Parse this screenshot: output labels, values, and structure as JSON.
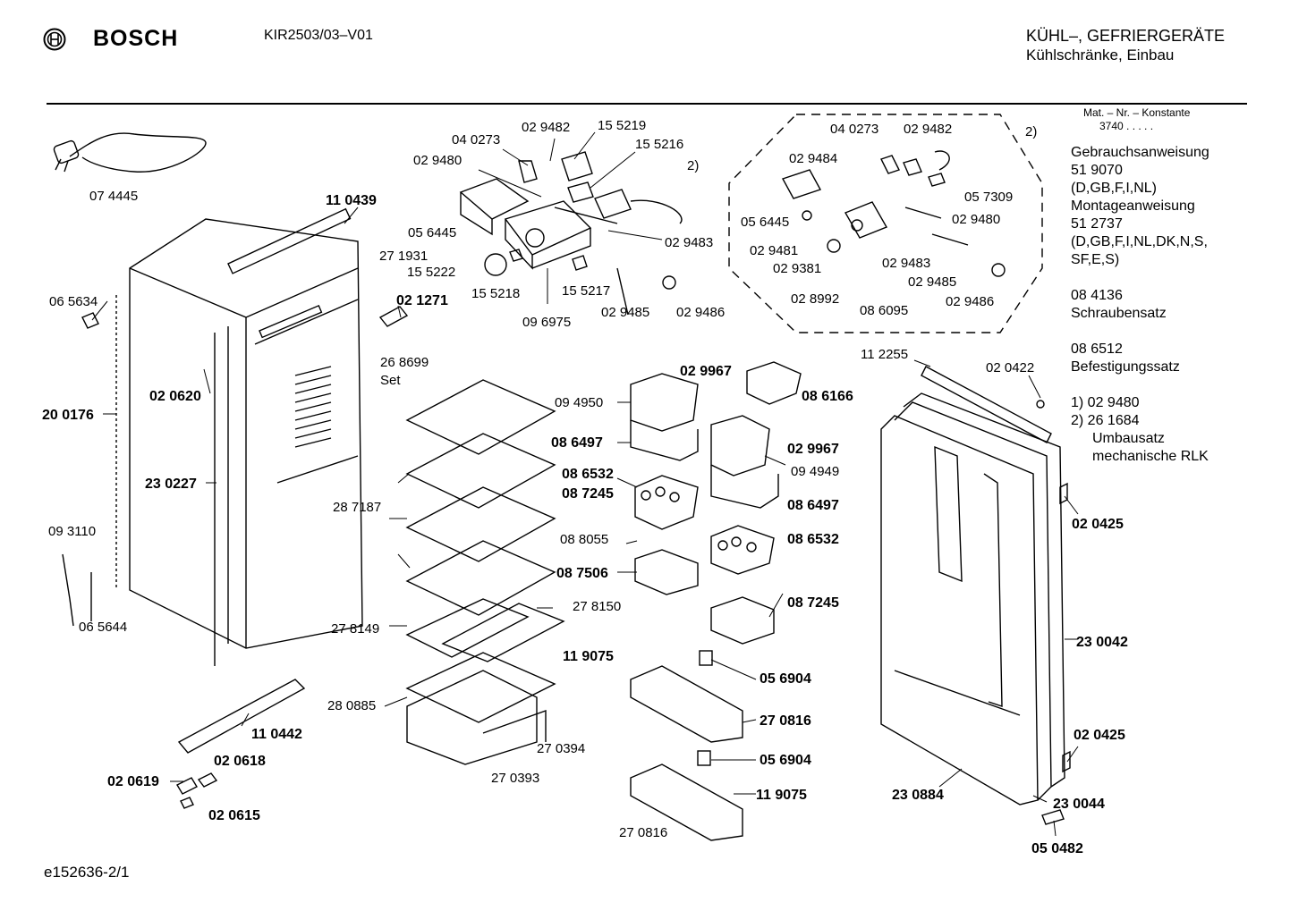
{
  "header": {
    "brand": "BOSCH",
    "model": "KIR2503/03–V01",
    "category_line1": "KÜHL–, GEFRIERGERÄTE",
    "category_line2": "Kühlschränke, Einbau"
  },
  "footer": {
    "drawing_id": "e152636-2/1"
  },
  "sidebar": {
    "mat_label": "Mat. – Nr. – Konstante",
    "mat_value": "3740 . . . . .",
    "notes": [
      "Gebrauchsanweisung",
      "51 9070",
      "(D,GB,F,I,NL)",
      "Montageanweisung",
      "51 2737",
      "(D,GB,F,I,NL,DK,N,S,",
      "SF,E,S)"
    ],
    "notes2": [
      "08 4136",
      "Schraubensatz"
    ],
    "notes3": [
      "08 6512",
      "Befestigungssatz"
    ],
    "footnotes": [
      "1) 02 9480",
      "2) 26 1684",
      "Umbausatz",
      "mechanische RLK"
    ]
  },
  "labels": {
    "top_left": [
      {
        "id": "t1",
        "text": "07 4445",
        "bold": false
      },
      {
        "id": "t2",
        "text": "11 0439",
        "bold": true
      },
      {
        "id": "t3",
        "text": "27 1931",
        "bold": false
      },
      {
        "id": "t4",
        "text": "06 5634",
        "bold": false
      },
      {
        "id": "t5",
        "text": "02 1271",
        "bold": true
      },
      {
        "id": "t6",
        "text": "26 8699",
        "bold": false
      },
      {
        "id": "t7",
        "text": "Set",
        "bold": false
      },
      {
        "id": "t8",
        "text": "02 0620",
        "bold": true
      },
      {
        "id": "t9",
        "text": "20 0176",
        "bold": true
      },
      {
        "id": "t10",
        "text": "23 0227",
        "bold": true
      },
      {
        "id": "t11",
        "text": "09 3110",
        "bold": false
      },
      {
        "id": "t12",
        "text": "06 5644",
        "bold": false
      },
      {
        "id": "t13",
        "text": "11 0442",
        "bold": true
      },
      {
        "id": "t14",
        "text": "02 0618",
        "bold": true
      },
      {
        "id": "t15",
        "text": "02 0619",
        "bold": true
      },
      {
        "id": "t16",
        "text": "02 0615",
        "bold": true
      }
    ],
    "top_middle": [
      {
        "id": "m1",
        "text": "04 0273",
        "bold": false
      },
      {
        "id": "m2",
        "text": "02 9482",
        "bold": false
      },
      {
        "id": "m3",
        "text": "15 5219",
        "bold": false
      },
      {
        "id": "m4",
        "text": "15 5216",
        "bold": false
      },
      {
        "id": "m5",
        "text": "02 9480",
        "bold": false
      },
      {
        "id": "m6",
        "text": "2)",
        "bold": false
      },
      {
        "id": "m7",
        "text": "05 6445",
        "bold": false
      },
      {
        "id": "m8",
        "text": "02 9483",
        "bold": false
      },
      {
        "id": "m9",
        "text": "15 5222",
        "bold": false
      },
      {
        "id": "m10",
        "text": "15 5218",
        "bold": false
      },
      {
        "id": "m11",
        "text": "15 5217",
        "bold": false
      },
      {
        "id": "m12",
        "text": "09 6975",
        "bold": false
      },
      {
        "id": "m13",
        "text": "02 9485",
        "bold": false
      },
      {
        "id": "m14",
        "text": "02 9486",
        "bold": false
      }
    ],
    "octagon": [
      {
        "id": "o1",
        "text": "04 0273",
        "bold": false
      },
      {
        "id": "o2",
        "text": "02 9482",
        "bold": false
      },
      {
        "id": "o3",
        "text": "2)",
        "bold": false
      },
      {
        "id": "o4",
        "text": "02 9484",
        "bold": false
      },
      {
        "id": "o5",
        "text": "05 7309",
        "bold": false
      },
      {
        "id": "o6",
        "text": "05 6445",
        "bold": false
      },
      {
        "id": "o7",
        "text": "02 9480",
        "bold": false
      },
      {
        "id": "o8",
        "text": "02 9481",
        "bold": false
      },
      {
        "id": "o9",
        "text": "02 9381",
        "bold": false
      },
      {
        "id": "o10",
        "text": "02 9483",
        "bold": false
      },
      {
        "id": "o11",
        "text": "02 9485",
        "bold": false
      },
      {
        "id": "o12",
        "text": "02 8992",
        "bold": false
      },
      {
        "id": "o13",
        "text": "08 6095",
        "bold": false
      },
      {
        "id": "o14",
        "text": "02 9486",
        "bold": false
      }
    ],
    "shelves": [
      {
        "id": "s1",
        "text": "28 7187",
        "bold": false
      },
      {
        "id": "s2",
        "text": "27 8149",
        "bold": false
      },
      {
        "id": "s3",
        "text": "27 8150",
        "bold": false
      },
      {
        "id": "s4",
        "text": "28 0885",
        "bold": false
      },
      {
        "id": "s5",
        "text": "27 0394",
        "bold": false
      },
      {
        "id": "s6",
        "text": "27 0393",
        "bold": false
      }
    ],
    "door_bins": [
      {
        "id": "d1",
        "text": "09 4950",
        "bold": false
      },
      {
        "id": "d2",
        "text": "02 9967",
        "bold": true
      },
      {
        "id": "d3",
        "text": "08 6166",
        "bold": true
      },
      {
        "id": "d4",
        "text": "08 6497",
        "bold": true
      },
      {
        "id": "d5",
        "text": "02 9967",
        "bold": true
      },
      {
        "id": "d6",
        "text": "09 4949",
        "bold": false
      },
      {
        "id": "d7",
        "text": "08 6532",
        "bold": true
      },
      {
        "id": "d8",
        "text": "08 7245",
        "bold": true
      },
      {
        "id": "d9",
        "text": "08 6497",
        "bold": true
      },
      {
        "id": "d10",
        "text": "08 8055",
        "bold": false
      },
      {
        "id": "d11",
        "text": "08 6532",
        "bold": true
      },
      {
        "id": "d12",
        "text": "08 7506",
        "bold": true
      },
      {
        "id": "d13",
        "text": "08 7245",
        "bold": true
      },
      {
        "id": "d14",
        "text": "11 9075",
        "bold": true
      },
      {
        "id": "d15",
        "text": "05 6904",
        "bold": true
      },
      {
        "id": "d16",
        "text": "27 0816",
        "bold": true
      },
      {
        "id": "d17",
        "text": "05 6904",
        "bold": true
      },
      {
        "id": "d18",
        "text": "11 9075",
        "bold": true
      },
      {
        "id": "d19",
        "text": "27 0816",
        "bold": false
      }
    ],
    "door": [
      {
        "id": "r1",
        "text": "11 2255",
        "bold": false
      },
      {
        "id": "r2",
        "text": "02 0422",
        "bold": false
      },
      {
        "id": "r3",
        "text": "02 0425",
        "bold": true
      },
      {
        "id": "r4",
        "text": "23 0042",
        "bold": true
      },
      {
        "id": "r5",
        "text": "02 0425",
        "bold": true
      },
      {
        "id": "r6",
        "text": "23 0884",
        "bold": true
      },
      {
        "id": "r7",
        "text": "23 0044",
        "bold": true
      },
      {
        "id": "r8",
        "text": "05 0482",
        "bold": true
      }
    ]
  }
}
